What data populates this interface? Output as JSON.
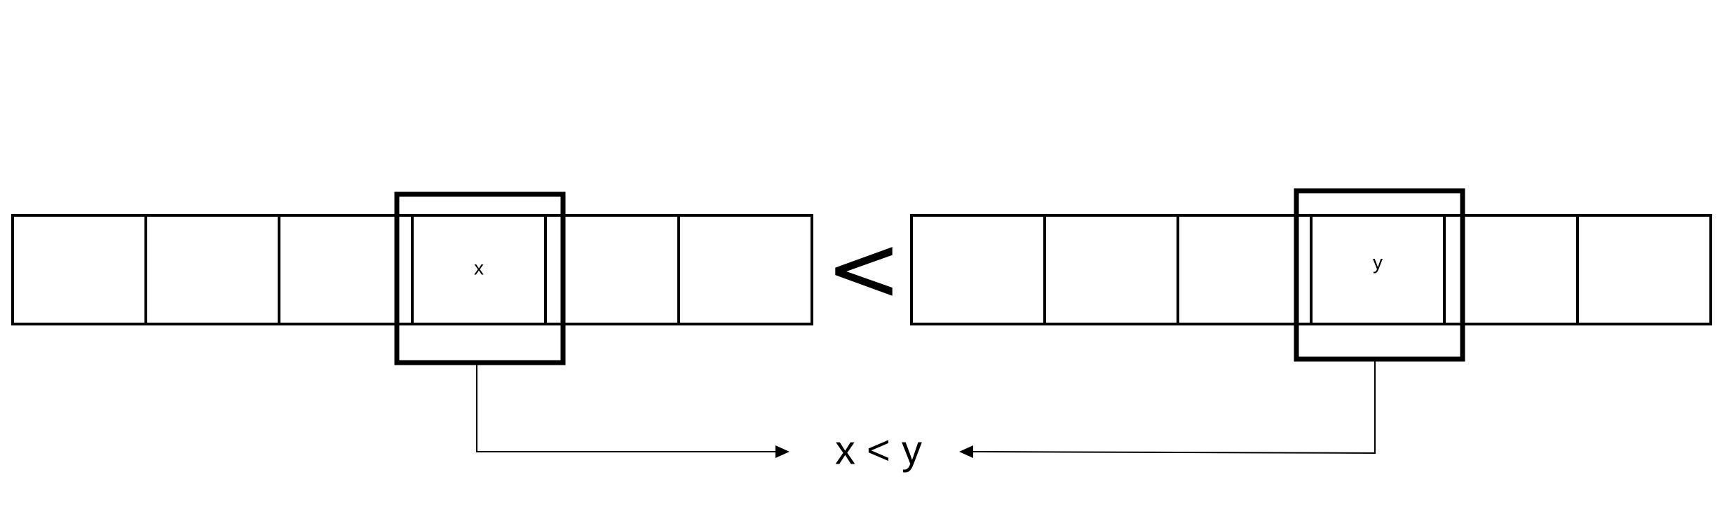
{
  "diagram": {
    "left_array": {
      "cell_count": 6,
      "highlighted_index": 3,
      "highlighted_label": "x"
    },
    "comparison_symbol": "<",
    "right_array": {
      "cell_count": 6,
      "highlighted_index": 3,
      "highlighted_label": "y"
    },
    "result": "x < y"
  }
}
